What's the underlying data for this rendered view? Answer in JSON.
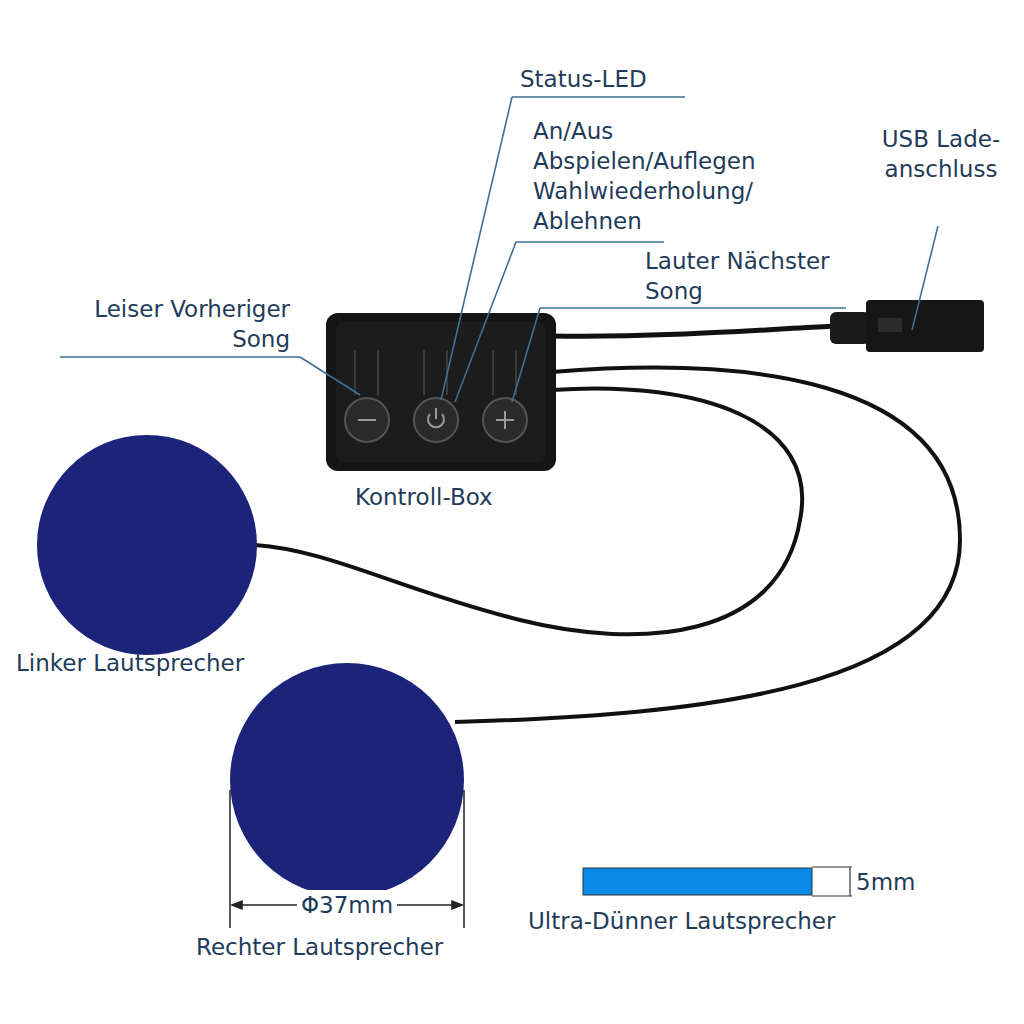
{
  "diagram": {
    "labels": [
      "Status-LED",
      "An/Aus Abspielen/Auflegen Wahlwiederholung/ Ablehnen",
      "USB Lade- anschluss",
      "Lauter Nächster Song",
      "Leiser Vorheriger Song",
      "Kontroll-Box",
      "Linker Lautsprecher",
      "Φ37mm",
      "Rechter Lautsprecher",
      "5mm",
      "Ultra-Dünner Lautsprecher"
    ]
  }
}
